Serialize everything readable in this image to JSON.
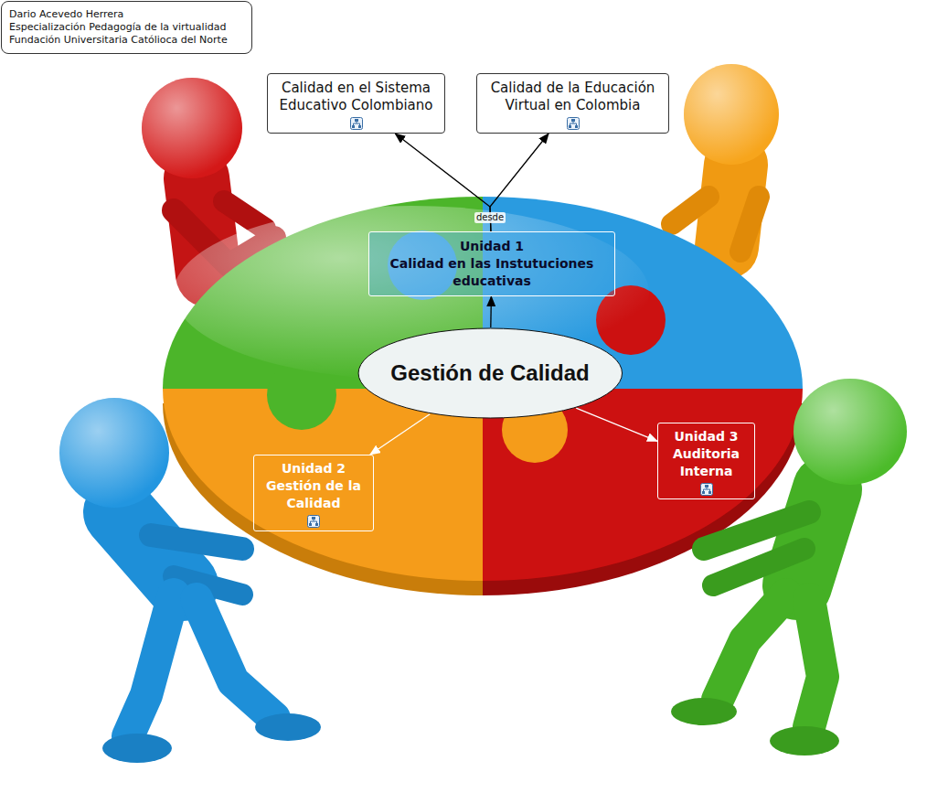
{
  "diagram": {
    "nodes": [
      {
        "text": [
          "Dario Acevedo Herrera",
          "Especialización Pedagogía de la virtualidad",
          "Fundación Universitaria Católioca del Norte"
        ]
      },
      {
        "text": [
          "Calidad en el Sistema Educativo Colombiano"
        ]
      },
      {
        "text": [
          "Calidad de la Educación Virtual en Colombia"
        ]
      },
      {
        "text": [
          "Unidad 1",
          "Calidad en las Instutuciones educativas"
        ]
      },
      {
        "text": [
          "Gestión de Calidad"
        ]
      },
      {
        "text": [
          "Unidad 2",
          "Gestión de la Calidad"
        ]
      },
      {
        "text": [
          "Unidad 3",
          "Auditoria Interna"
        ]
      }
    ],
    "edges": [
      {
        "from": 4,
        "to": 3,
        "arrow": "to"
      },
      {
        "from": 3,
        "to": 1,
        "label": "desde",
        "arrow": "to"
      },
      {
        "from": 3,
        "to": 2,
        "arrow": "to"
      },
      {
        "from": 4,
        "to": 5,
        "arrow": "to"
      },
      {
        "from": 4,
        "to": 6,
        "arrow": "to"
      }
    ]
  }
}
